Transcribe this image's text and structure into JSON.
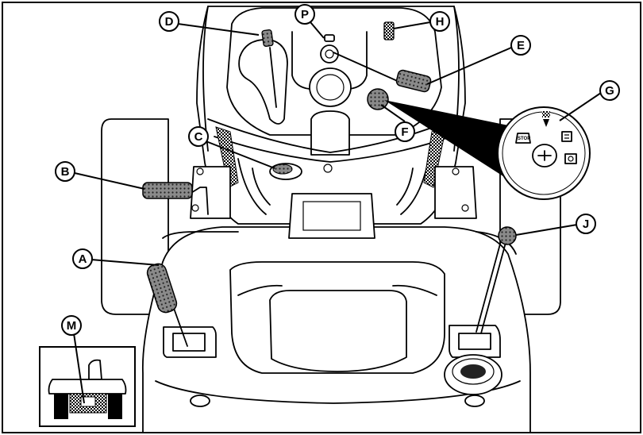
{
  "callouts": {
    "A": "A",
    "B": "B",
    "C": "C",
    "D": "D",
    "E": "E",
    "F": "F",
    "G": "G",
    "H": "H",
    "J": "J",
    "M": "M",
    "P": "P"
  },
  "ignition_switch": {
    "stop_label": "STOP"
  },
  "colors": {
    "line": "#000000",
    "control_fill": "#7a7a7a",
    "background": "#ffffff"
  }
}
